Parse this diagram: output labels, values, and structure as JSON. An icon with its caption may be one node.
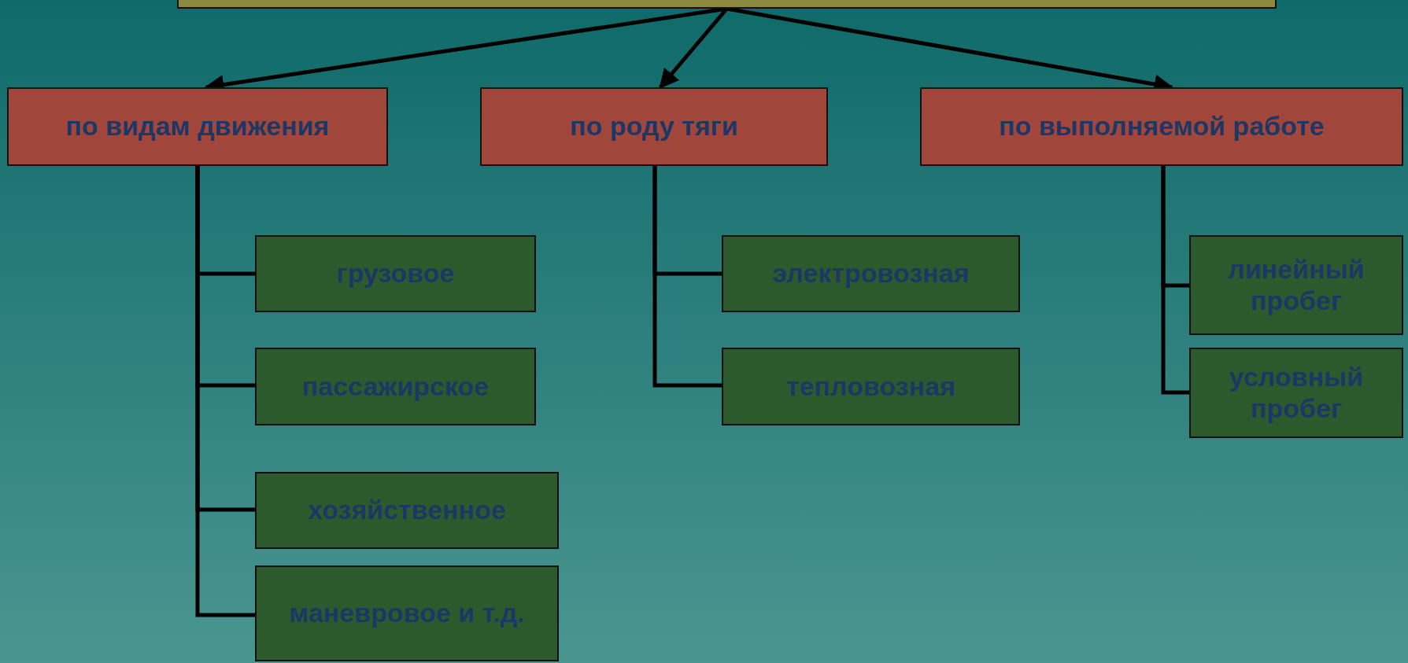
{
  "diagram": {
    "nodes": [
      {
        "text": [],
        "shape": "box"
      },
      {
        "text": [
          "по видам движения"
        ]
      },
      {
        "text": [
          "по роду тяги"
        ]
      },
      {
        "text": [
          "по выполняемой работе"
        ]
      },
      {
        "text": [
          "грузовое"
        ]
      },
      {
        "text": [
          "пассажирское"
        ]
      },
      {
        "text": [
          "хозяйственное"
        ]
      },
      {
        "text": [
          "маневровое и т.д."
        ]
      },
      {
        "text": [
          "электровозная"
        ]
      },
      {
        "text": [
          "тепловозная"
        ]
      },
      {
        "text": [
          "линейный пробег"
        ]
      },
      {
        "text": [
          "условный пробег"
        ]
      }
    ],
    "edges": [
      {
        "from": 0,
        "to": 1,
        "arrow": "to"
      },
      {
        "from": 0,
        "to": 2,
        "arrow": "to"
      },
      {
        "from": 0,
        "to": 3,
        "arrow": "to"
      },
      {
        "from": 1,
        "to": 4,
        "arrow": "none"
      },
      {
        "from": 1,
        "to": 5,
        "arrow": "none"
      },
      {
        "from": 1,
        "to": 6,
        "arrow": "none"
      },
      {
        "from": 1,
        "to": 7,
        "arrow": "none"
      },
      {
        "from": 2,
        "to": 8,
        "arrow": "none"
      },
      {
        "from": 2,
        "to": 9,
        "arrow": "none"
      },
      {
        "from": 3,
        "to": 10,
        "arrow": "none"
      },
      {
        "from": 3,
        "to": 11,
        "arrow": "none"
      }
    ]
  }
}
